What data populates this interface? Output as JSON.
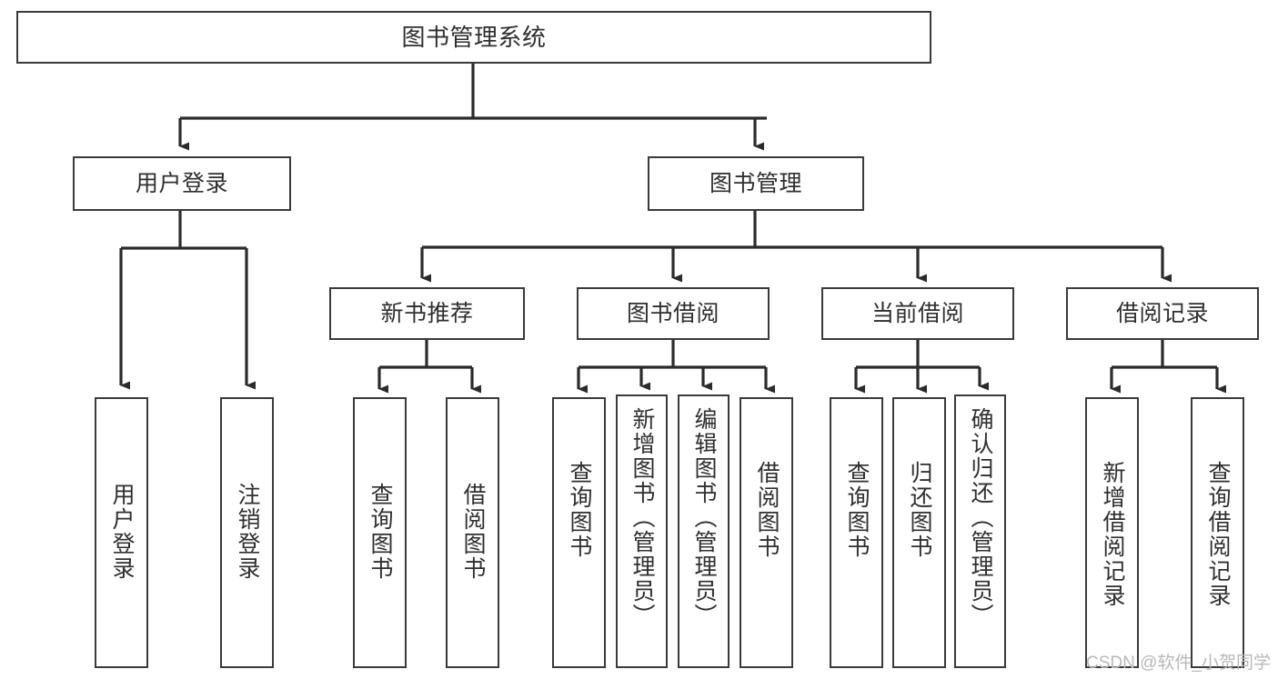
{
  "diagram": {
    "title": "图书管理系统",
    "watermark": "CSDN @软件_小贺同学",
    "colors": {
      "border": "#3a3a3a",
      "text": "#2f2f2f",
      "background": "#ffffff",
      "edge": "#2b2b2b",
      "watermark": "#b9b9b9"
    },
    "nodes": {
      "root": {
        "label": "图书管理系统"
      },
      "level1": [
        {
          "id": "user-login",
          "label": "用户登录"
        },
        {
          "id": "book-manage",
          "label": "图书管理"
        }
      ],
      "level2": [
        {
          "id": "new-book-recommend",
          "label": "新书推荐"
        },
        {
          "id": "book-borrow",
          "label": "图书借阅"
        },
        {
          "id": "current-borrow",
          "label": "当前借阅"
        },
        {
          "id": "borrow-record",
          "label": "借阅记录"
        }
      ],
      "leaves": {
        "user_login": [
          {
            "id": "leaf-user-login",
            "label": "用户登录"
          },
          {
            "id": "leaf-logout-login",
            "label": "注销登录"
          }
        ],
        "new_book_recommend": [
          {
            "id": "leaf-query-book-1",
            "label": "查询图书"
          },
          {
            "id": "leaf-borrow-book-1",
            "label": "借阅图书"
          }
        ],
        "book_borrow": [
          {
            "id": "leaf-query-book-2",
            "label": "查询图书"
          },
          {
            "id": "leaf-add-book-admin",
            "label": "新增图书（管理员）"
          },
          {
            "id": "leaf-edit-book-admin",
            "label": "编辑图书（管理员）"
          },
          {
            "id": "leaf-borrow-book-2",
            "label": "借阅图书"
          }
        ],
        "current_borrow": [
          {
            "id": "leaf-query-book-3",
            "label": "查询图书"
          },
          {
            "id": "leaf-return-book",
            "label": "归还图书"
          },
          {
            "id": "leaf-confirm-return-admin",
            "label": "确认归还（管理员）"
          }
        ],
        "borrow_record": [
          {
            "id": "leaf-add-borrow-record",
            "label": "新增借阅记录"
          },
          {
            "id": "leaf-query-borrow-record",
            "label": "查询借阅记录"
          }
        ]
      }
    }
  }
}
